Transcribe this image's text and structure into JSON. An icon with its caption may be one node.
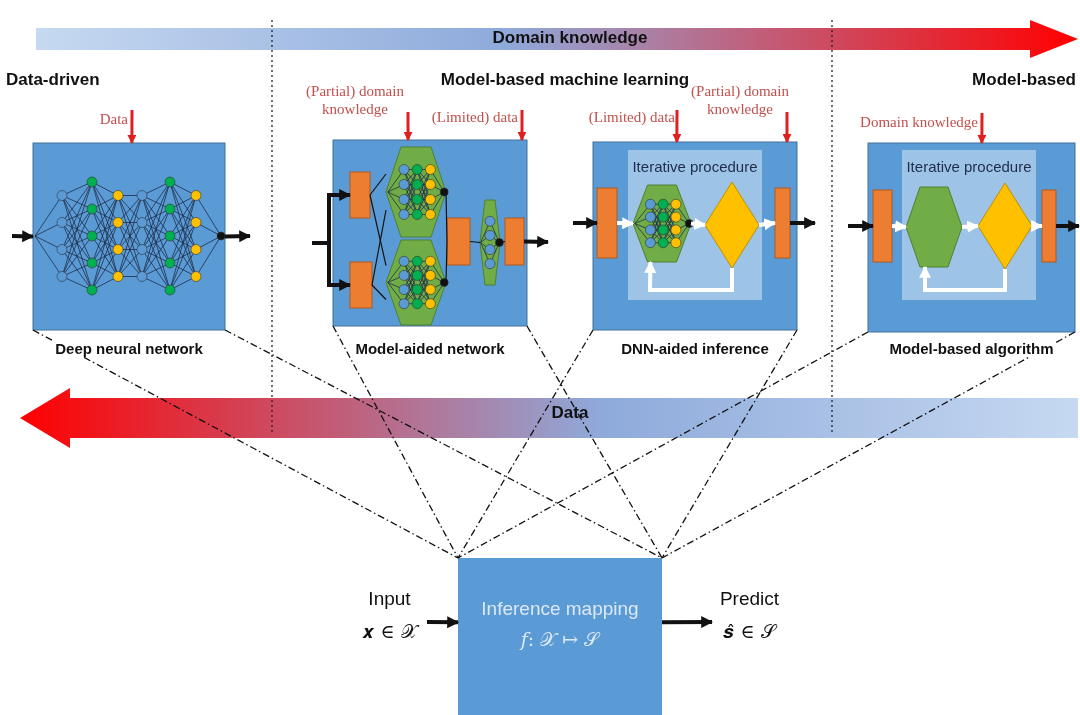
{
  "diagram": {
    "nodes": [
      {
        "text": [],
        "shape": "box",
        "beside": [
          "Deep neural network"
        ]
      },
      {
        "text": [],
        "shape": "box",
        "beside": [
          "Model-aided network"
        ]
      },
      {
        "text": [],
        "shape": "box",
        "in": 1
      },
      {
        "text": [],
        "shape": "box",
        "in": 1
      },
      {
        "text": [],
        "shape": "hexagon",
        "in": 1
      },
      {
        "text": [],
        "shape": "hexagon",
        "in": 1
      },
      {
        "text": [],
        "shape": "box",
        "in": 1
      },
      {
        "text": [],
        "shape": "hexagon",
        "in": 1
      },
      {
        "text": [],
        "shape": "box",
        "in": 1
      },
      {
        "text": [],
        "shape": "box",
        "beside": [
          "DNN-aided inference"
        ]
      },
      {
        "text": [
          "Iterative procedure"
        ],
        "in": 9
      },
      {
        "text": [],
        "shape": "box",
        "in": 9
      },
      {
        "text": [],
        "shape": "hexagon",
        "in": 10
      },
      {
        "text": [],
        "shape": "diamond",
        "in": 10
      },
      {
        "text": [],
        "shape": "box",
        "in": 9
      },
      {
        "text": [],
        "shape": "box",
        "beside": [
          "Model-based algorithm"
        ]
      },
      {
        "text": [
          "Iterative procedure"
        ],
        "in": 15
      },
      {
        "text": [],
        "shape": "box",
        "in": 15
      },
      {
        "text": [],
        "shape": "hexagon",
        "in": 16
      },
      {
        "text": [],
        "shape": "diamond",
        "in": 16
      },
      {
        "text": [],
        "shape": "box",
        "in": 15
      },
      {
        "text": [
          "Input",
          "𝒙 ∈ 𝒳"
        ]
      },
      {
        "text": [
          "Inference mapping",
          "𝑓: 𝒳 ↦ 𝒮"
        ]
      },
      {
        "text": [
          "Predict",
          "𝒔̂ ∈ 𝒮"
        ]
      }
    ],
    "edges": [
      {
        "from": null,
        "to": 0,
        "arrow": "to"
      },
      {
        "from": 0,
        "to": null,
        "arrow": "to"
      },
      {
        "from": null,
        "to": 0,
        "arrow": "to",
        "label": "Data",
        "color": "#e02020"
      },
      {
        "from": null,
        "to": 2,
        "arrow": "to"
      },
      {
        "from": null,
        "to": 3,
        "arrow": "to"
      },
      {
        "from": 8,
        "to": null,
        "arrow": "to"
      },
      {
        "from": null,
        "to": 1,
        "arrow": "to",
        "label": "(Partial) domain knowledge",
        "color": "#e02020"
      },
      {
        "from": null,
        "to": 1,
        "arrow": "to",
        "label": "(Limited) data",
        "color": "#e02020"
      },
      {
        "from": null,
        "to": 11,
        "arrow": "to"
      },
      {
        "from": 11,
        "to": 12,
        "arrow": "to",
        "color": "#ffffff"
      },
      {
        "from": 12,
        "to": 13,
        "arrow": "to",
        "color": "#ffffff"
      },
      {
        "from": 13,
        "to": 14,
        "arrow": "to",
        "color": "#ffffff"
      },
      {
        "from": 13,
        "to": 12,
        "arrow": "to",
        "color": "#ffffff"
      },
      {
        "from": 14,
        "to": null,
        "arrow": "to"
      },
      {
        "from": null,
        "to": 9,
        "arrow": "to",
        "label": "(Limited) data",
        "color": "#e02020"
      },
      {
        "from": null,
        "to": 9,
        "arrow": "to",
        "label": "(Partial) domain knowledge",
        "color": "#e02020"
      },
      {
        "from": null,
        "to": 17,
        "arrow": "to"
      },
      {
        "from": 17,
        "to": 18,
        "arrow": "to",
        "color": "#ffffff"
      },
      {
        "from": 18,
        "to": 19,
        "arrow": "to",
        "color": "#ffffff"
      },
      {
        "from": 19,
        "to": 20,
        "arrow": "to",
        "color": "#ffffff"
      },
      {
        "from": 19,
        "to": 18,
        "arrow": "to",
        "color": "#ffffff"
      },
      {
        "from": 20,
        "to": null,
        "arrow": "to"
      },
      {
        "from": null,
        "to": 15,
        "arrow": "to",
        "label": "Domain knowledge",
        "color": "#e02020"
      },
      {
        "from": 21,
        "to": 22,
        "arrow": "to"
      },
      {
        "from": 22,
        "to": 23,
        "arrow": "to"
      },
      {
        "from": 0,
        "to": 22,
        "arrow": "none",
        "style": "dashed"
      },
      {
        "from": 0,
        "to": 22,
        "arrow": "none",
        "style": "dashed"
      },
      {
        "from": 1,
        "to": 22,
        "arrow": "none",
        "style": "dashed"
      },
      {
        "from": 1,
        "to": 22,
        "arrow": "none",
        "style": "dashed"
      },
      {
        "from": 9,
        "to": 22,
        "arrow": "none",
        "style": "dashed"
      },
      {
        "from": 9,
        "to": 22,
        "arrow": "none",
        "style": "dashed"
      },
      {
        "from": 15,
        "to": 22,
        "arrow": "none",
        "style": "dashed"
      },
      {
        "from": 15,
        "to": 22,
        "arrow": "none",
        "style": "dashed"
      },
      {
        "from": 2,
        "to": 4,
        "arrow": "none"
      },
      {
        "from": 2,
        "to": 5,
        "arrow": "none"
      },
      {
        "from": 3,
        "to": 4,
        "arrow": "none"
      },
      {
        "from": 3,
        "to": 5,
        "arrow": "none"
      },
      {
        "from": 4,
        "to": 6,
        "arrow": "none"
      },
      {
        "from": 5,
        "to": 6,
        "arrow": "none"
      },
      {
        "from": 6,
        "to": 7,
        "arrow": "none"
      },
      {
        "from": 7,
        "to": 8,
        "arrow": "none"
      }
    ],
    "labels": [
      "Domain knowledge",
      "Data-driven",
      "Model-based machine learning",
      "Model-based",
      "Data"
    ]
  }
}
